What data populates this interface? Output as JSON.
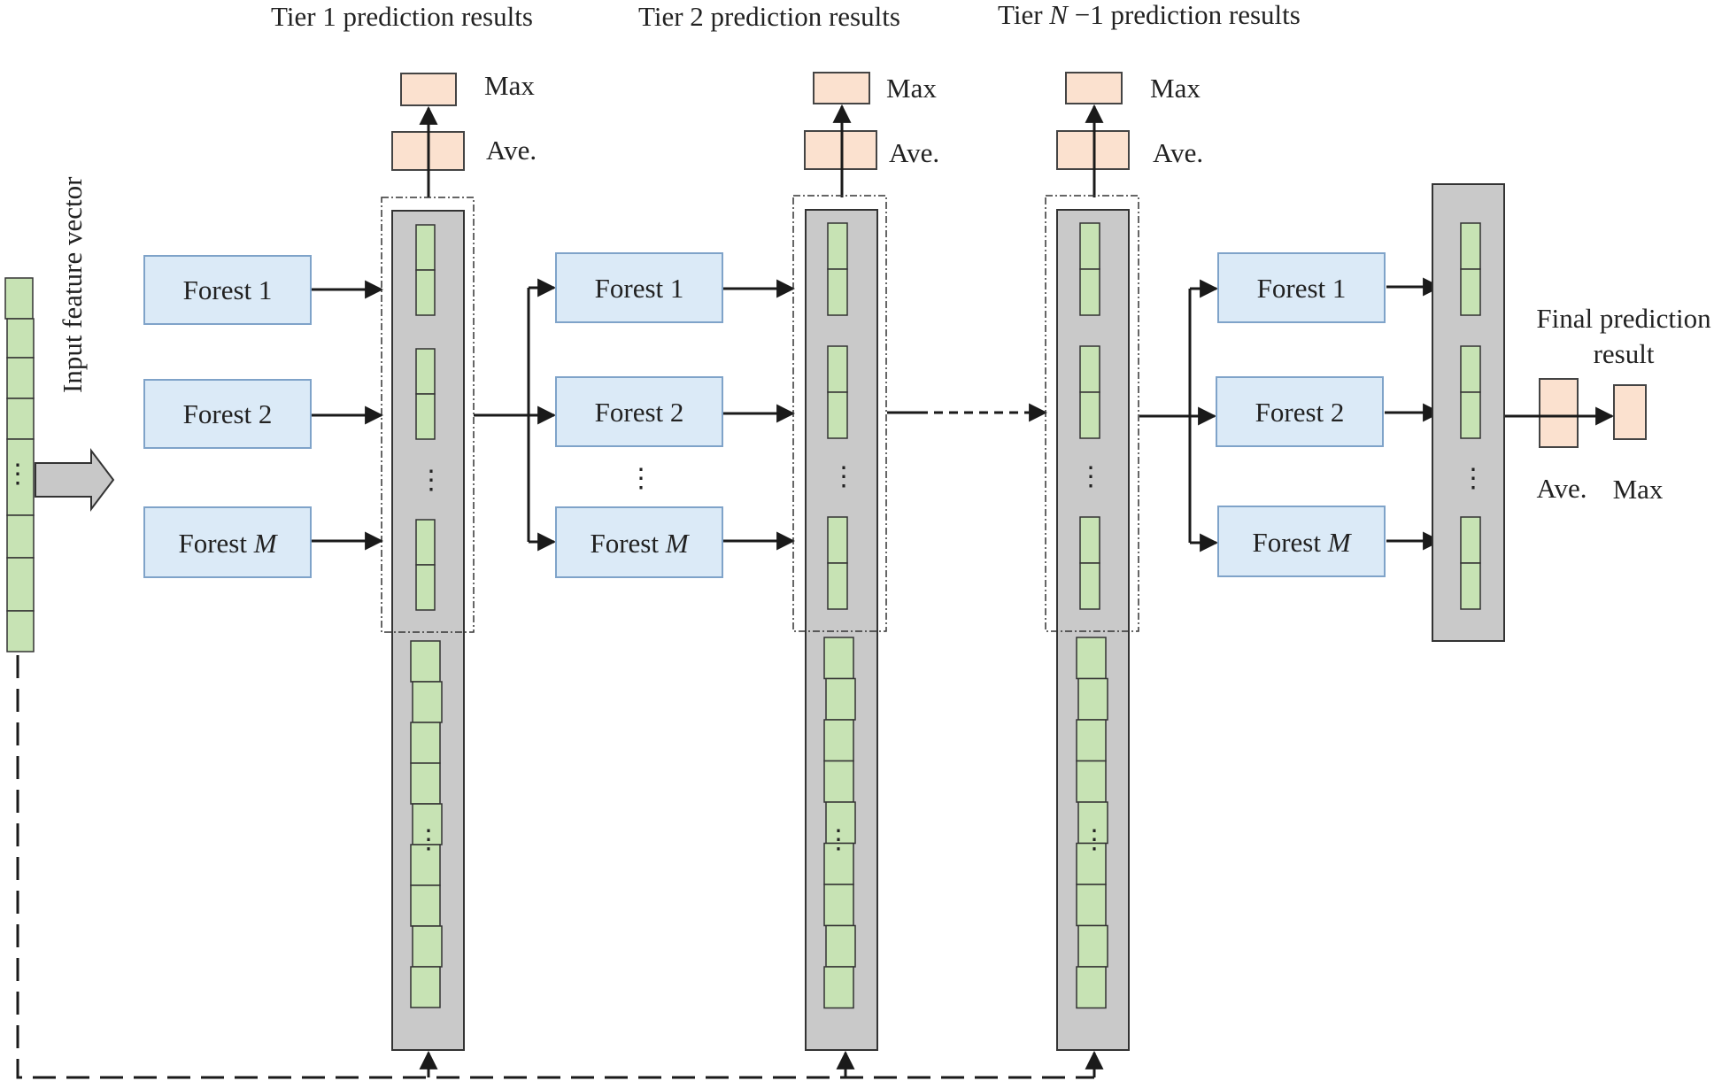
{
  "colors": {
    "forest_fill": "#dbeaf7",
    "forest_stroke": "#7fa3c9",
    "cell_fill": "#c7e3b4",
    "cell_stroke": "#333333",
    "column_fill": "#c9c9c9",
    "result_fill": "#fbe1cf",
    "result_stroke": "#444444",
    "line": "#1a1a1a"
  },
  "input": {
    "label": "Input feature vector",
    "dots": "⋮"
  },
  "tiers": [
    {
      "title_prefix": "Tier 1",
      "title_var": "",
      "title_suffix": " prediction results",
      "max": "Max",
      "ave": "Ave."
    },
    {
      "title_prefix": "Tier 2",
      "title_var": "",
      "title_suffix": " prediction results",
      "max": "Max",
      "ave": "Ave."
    },
    {
      "title_prefix": "Tier ",
      "title_var": "N",
      "title_suffix": " −1 prediction results",
      "max": "Max",
      "ave": "Ave."
    }
  ],
  "forest_groups": [
    {
      "f1": "Forest 1",
      "f2": "Forest 2",
      "fm_prefix": "Forest ",
      "fm_var": "M"
    },
    {
      "f1": "Forest 1",
      "f2": "Forest 2",
      "fm_prefix": "Forest ",
      "fm_var": "M",
      "dots": "⋮"
    },
    {
      "f1": "Forest 1",
      "f2": "Forest 2",
      "fm_prefix": "Forest ",
      "fm_var": "M"
    }
  ],
  "final": {
    "title_line1": "Final prediction",
    "title_line2": "result",
    "ave": "Ave.",
    "max": "Max"
  },
  "ellipsis": "⋮"
}
